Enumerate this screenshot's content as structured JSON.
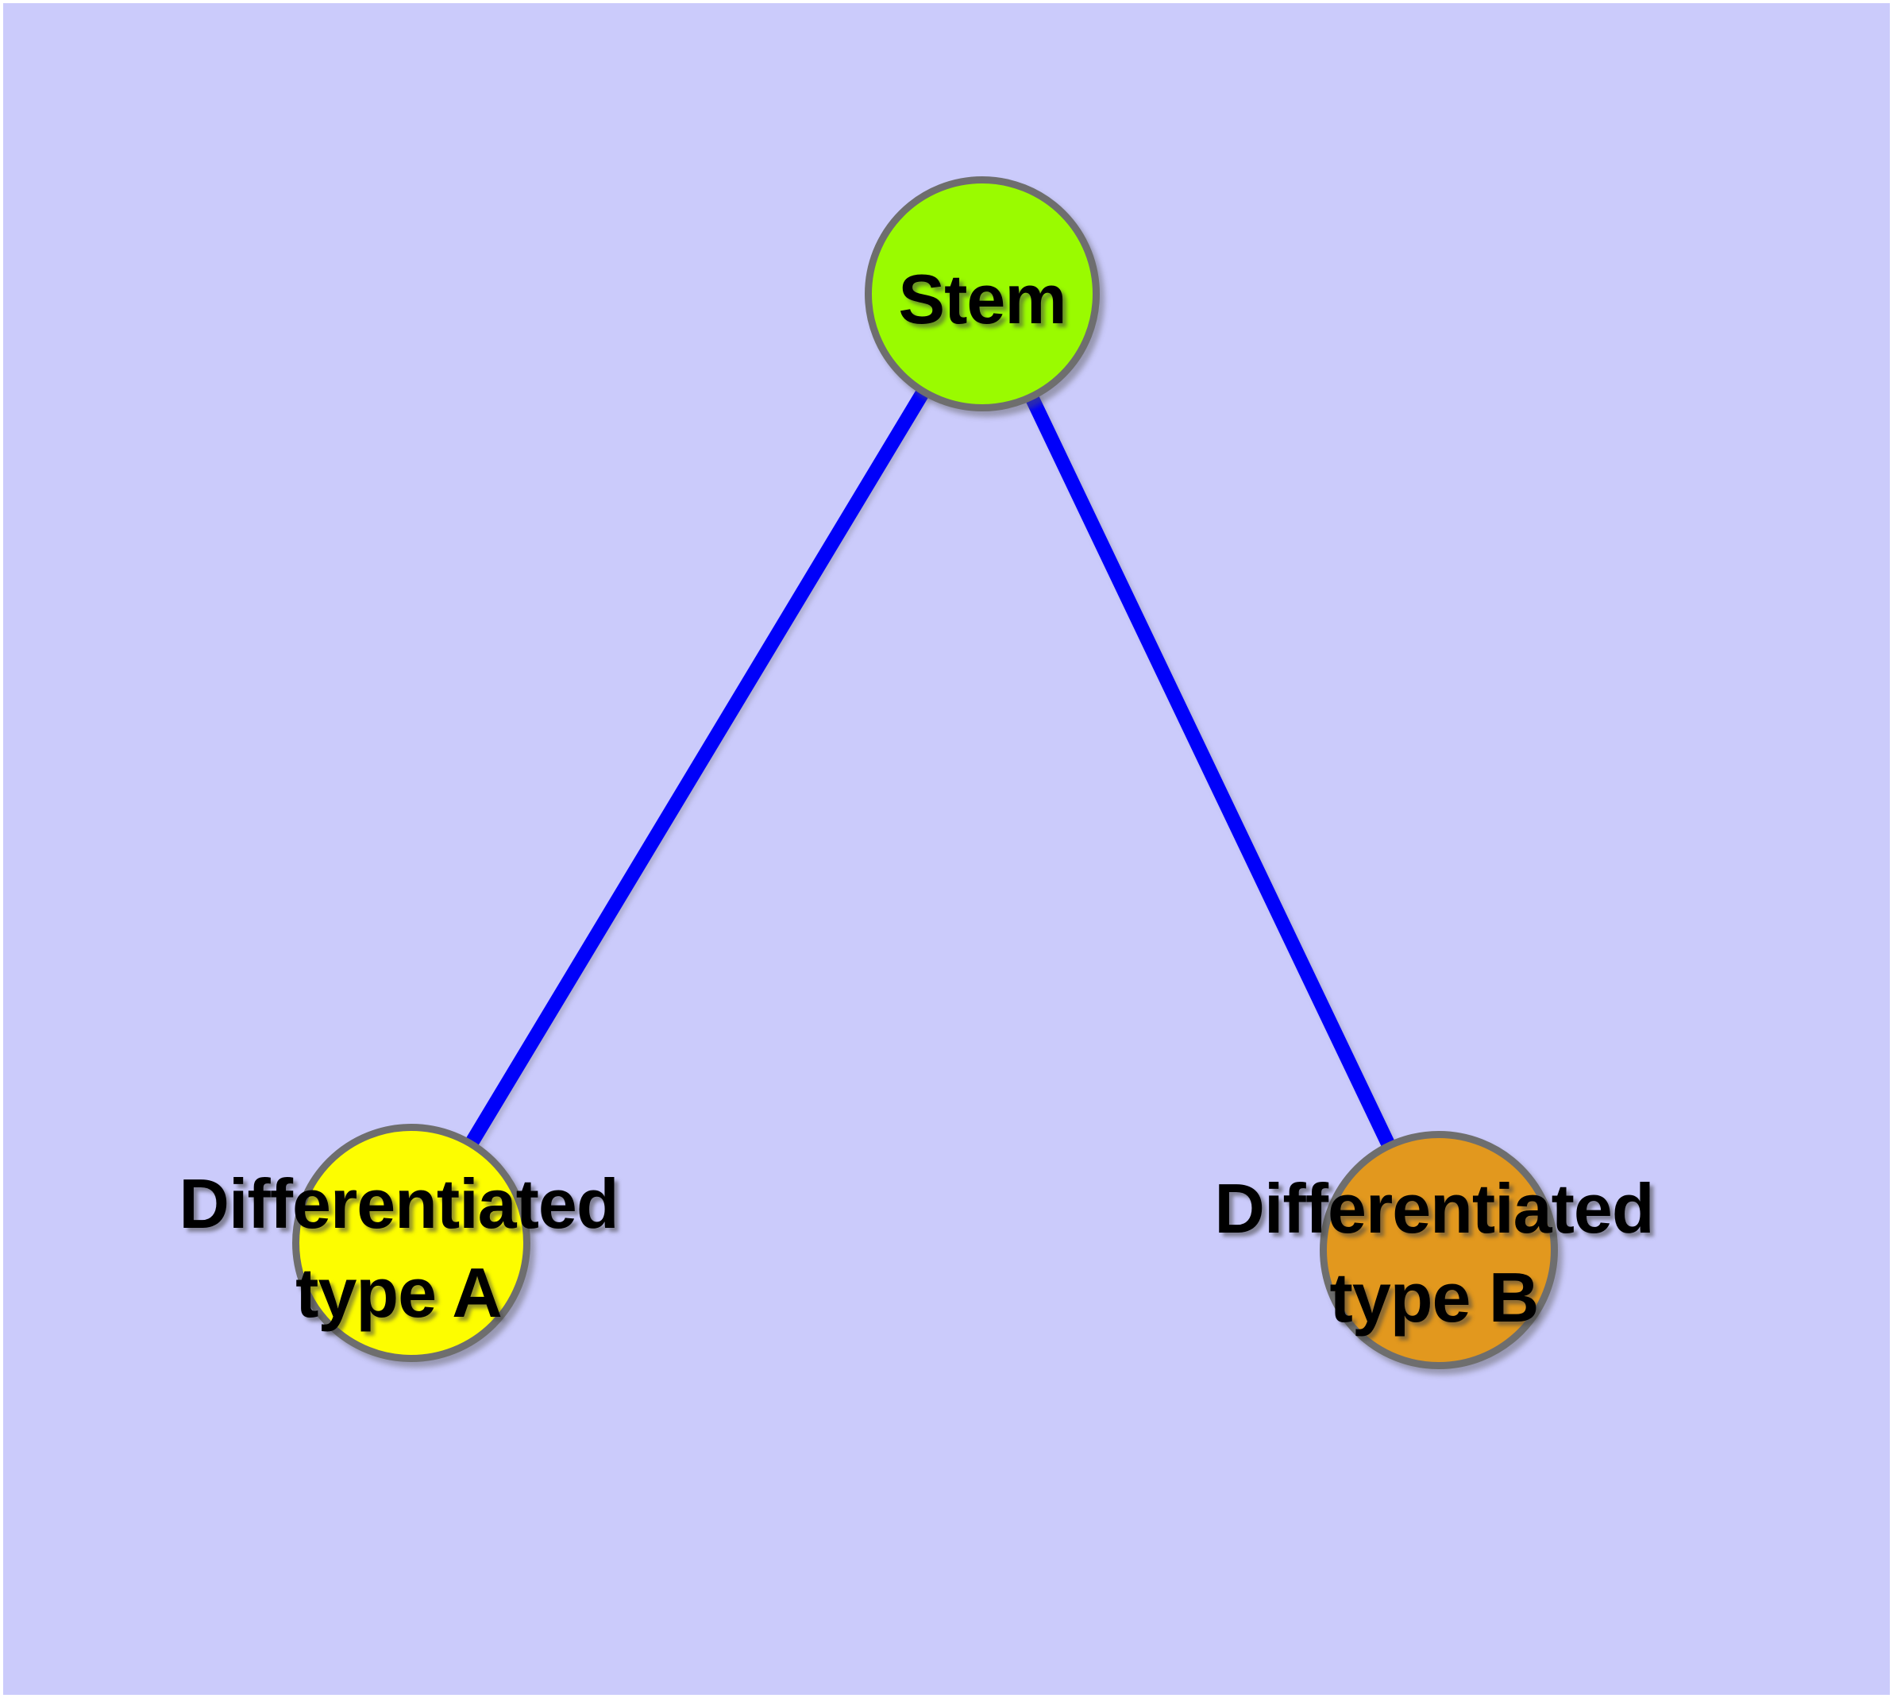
{
  "canvas": {
    "background_color": "#cbcbfb",
    "frame_color": "#ffffff"
  },
  "diagram": {
    "description": "Stem cell differentiation graph: a stem node connected to two differentiated cell type nodes",
    "edge_color": "#0000fa",
    "node_border_color": "#6e6e6e",
    "label_color": "#000000",
    "nodes": {
      "stem": {
        "label": "Stem",
        "fill": "#9afb00"
      },
      "type_a": {
        "label_line1": "Differentiated",
        "label_line2": "type A",
        "fill": "#fdfd00"
      },
      "type_b": {
        "label_line1": "Differentiated",
        "label_line2": "type B",
        "fill": "#e2981e"
      }
    },
    "edges": [
      {
        "from": "Stem",
        "to": "Differentiated type A"
      },
      {
        "from": "Stem",
        "to": "Differentiated type B"
      }
    ]
  }
}
